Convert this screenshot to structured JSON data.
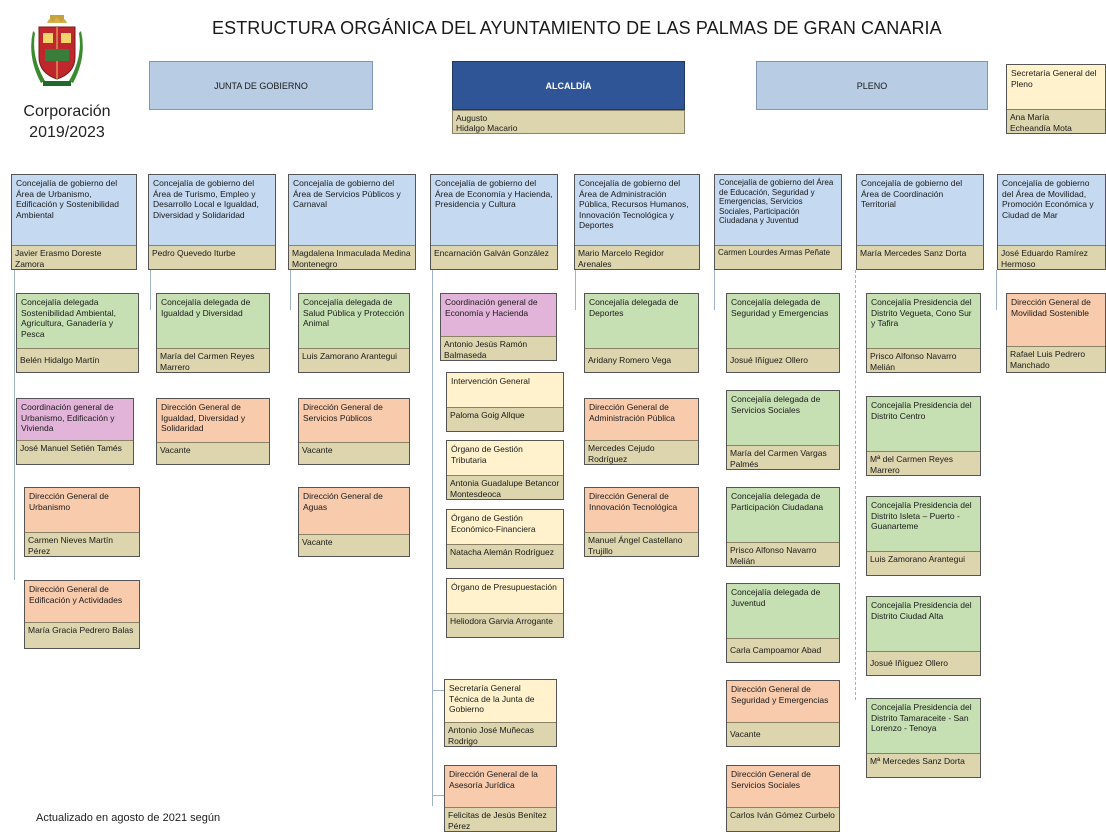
{
  "title": "ESTRUCTURA ORGÁNICA DEL AYUNTAMIENTO DE LAS PALMAS DE GRAN CANARIA",
  "corporation": {
    "line1": "Corporación",
    "line2": "2019/2023"
  },
  "footer": "Actualizado en agosto de 2021 según",
  "colors": {
    "blue": "#c5d9f0",
    "green": "#c6e0b4",
    "orange": "#f8cbad",
    "yellow": "#fff2cc",
    "pink": "#e2b4d9",
    "name": "#ddd5ad",
    "alcaldia": "#2f5597"
  },
  "top": {
    "junta": "JUNTA DE GOBIERNO",
    "alcaldia": "ALCALDÍA",
    "alcaldia_name": "Augusto\nHidalgo Macario",
    "pleno": "PLENO",
    "secretaria": "Secretaría General del Pleno",
    "secretaria_name": "Ana María\nEcheandía Mota"
  },
  "boxes": {
    "c1": {
      "t": "Concejalía de gobierno del Área de Urbanismo, Edificación y Sostenibilidad Ambiental",
      "n": "Javier Erasmo Doreste Zamora"
    },
    "c2": {
      "t": "Concejalía de gobierno del Área de Turismo, Empleo y Desarrollo Local e Igualdad, Diversidad y Solidaridad",
      "n": "Pedro Quevedo Iturbe"
    },
    "c3": {
      "t": "Concejalía de gobierno del Área de Servicios Públicos y Carnaval",
      "n": "Magdalena Inmaculada Medina Montenegro"
    },
    "c4": {
      "t": "Concejalía de gobierno del Área de Economía y Hacienda, Presidencia y Cultura",
      "n": "Encarnación Galván González"
    },
    "c5": {
      "t": "Concejalía de gobierno del Área de Administración Pública, Recursos Humanos, Innovación Tecnológica y Deportes",
      "n": "Mario Marcelo Regidor Arenales"
    },
    "c6": {
      "t": "Concejalía de gobierno del Área de Educación, Seguridad y Emergencias, Servicios Sociales, Participación Ciudadana y Juventud",
      "n": "Carmen Lourdes Armas Peñate"
    },
    "c7": {
      "t": "Concejalía de gobierno del Área de Coordinación Territorial",
      "n": "María Mercedes Sanz Dorta"
    },
    "c8": {
      "t": "Concejalía de gobierno del Área de Movilidad, Promoción Económica y Ciudad de Mar",
      "n": "José Eduardo Ramírez Hermoso"
    },
    "a1": {
      "t": "Concejalía delegada Sostenibilidad Ambiental, Agricultura, Ganadería y Pesca",
      "n": "Belén Hidalgo Martín"
    },
    "a2": {
      "t": "Coordinación general de Urbanismo, Edificación y Vivienda",
      "n": "José Manuel Setién Tamés"
    },
    "a3": {
      "t": "Dirección General de Urbanismo",
      "n": "Carmen Nieves Martín Pérez"
    },
    "a4": {
      "t": "Dirección General de Edificación y Actividades",
      "n": "María Gracia Pedrero Balas"
    },
    "b1": {
      "t": "Concejalía delegada de Igualdad y Diversidad",
      "n": "María del Carmen Reyes Marrero"
    },
    "b2": {
      "t": "Dirección General de Igualdad, Diversidad y Solidaridad",
      "n": "Vacante"
    },
    "d1": {
      "t": "Concejalía delegada de Salud Pública y Protección Animal",
      "n": "Luis Zamorano Arantegui"
    },
    "d2": {
      "t": "Dirección General de Servicios Públicos",
      "n": "Vacante"
    },
    "d3": {
      "t": "Dirección General de Aguas",
      "n": "Vacante"
    },
    "e1": {
      "t": "Coordinación general de Economía y Hacienda",
      "n": "Antonio Jesús Ramón Balmaseda"
    },
    "e2": {
      "t": "Intervención General",
      "n": "Paloma Goig Allque"
    },
    "e3": {
      "t": "Órgano de Gestión Tributaria",
      "n": "Antonia Guadalupe Betancor Montesdeoca"
    },
    "e4": {
      "t": "Órgano de Gestión Económico-Financiera",
      "n": "Natacha Alemán Rodríguez"
    },
    "e5": {
      "t": "Órgano de Presupuestación",
      "n": "Heliodora Garvia Arrogante"
    },
    "e6": {
      "t": "Secretaría General Técnica de la Junta de Gobierno",
      "n": "Antonio José Muñecas Rodrigo"
    },
    "e7": {
      "t": "Dirección General de la Asesoría Jurídica",
      "n": "Felicitas de Jesús Benítez Pérez"
    },
    "f1": {
      "t": "Concejalía delegada de Deportes",
      "n": "Aridany Romero Vega"
    },
    "f2": {
      "t": "Dirección General de Administración Pública",
      "n": "Mercedes Cejudo Rodríguez"
    },
    "f3": {
      "t": "Dirección General de Innovación Tecnológica",
      "n": "Manuel Ángel Castellano Trujillo"
    },
    "g1": {
      "t": "Concejalía delegada de Seguridad y Emergencias",
      "n": "Josué Iñíguez Ollero"
    },
    "g2": {
      "t": "Concejalía delegada de Servicios Sociales",
      "n": "María del Carmen Vargas Palmés"
    },
    "g3": {
      "t": "Concejalía delegada de Participación Ciudadana",
      "n": "Prisco  Alfonso Navarro Melián"
    },
    "g4": {
      "t": "Concejalía delegada de Juventud",
      "n": "Carla Campoamor Abad"
    },
    "g5": {
      "t": "Dirección General de Seguridad y Emergencias",
      "n": "Vacante"
    },
    "g6": {
      "t": "Dirección General de Servicios Sociales",
      "n": "Carlos Iván Gómez Curbelo"
    },
    "h1": {
      "t": "Concejalía Presidencia del Distrito Vegueta, Cono Sur y Tafira",
      "n": "Prisco Alfonso Navarro Melián"
    },
    "h2": {
      "t": "Concejalía Presidencia del Distrito Centro",
      "n": "Mª del Carmen Reyes Marrero"
    },
    "h3": {
      "t": "Concejalía Presidencia del Distrito Isleta – Puerto - Guanarteme",
      "n": "Luis Zamorano Arantegui"
    },
    "h4": {
      "t": "Concejalía Presidencia del Distrito Ciudad Alta",
      "n": "Josué Iñíguez Ollero"
    },
    "h5": {
      "t": "Concejalía Presidencia del Distrito Tamaraceite - San Lorenzo - Tenoya",
      "n": "Mª Mercedes Sanz Dorta"
    },
    "i1": {
      "t": "Dirección General de Movilidad Sostenible",
      "n": "Rafael Luis Pedrero Manchado"
    }
  }
}
